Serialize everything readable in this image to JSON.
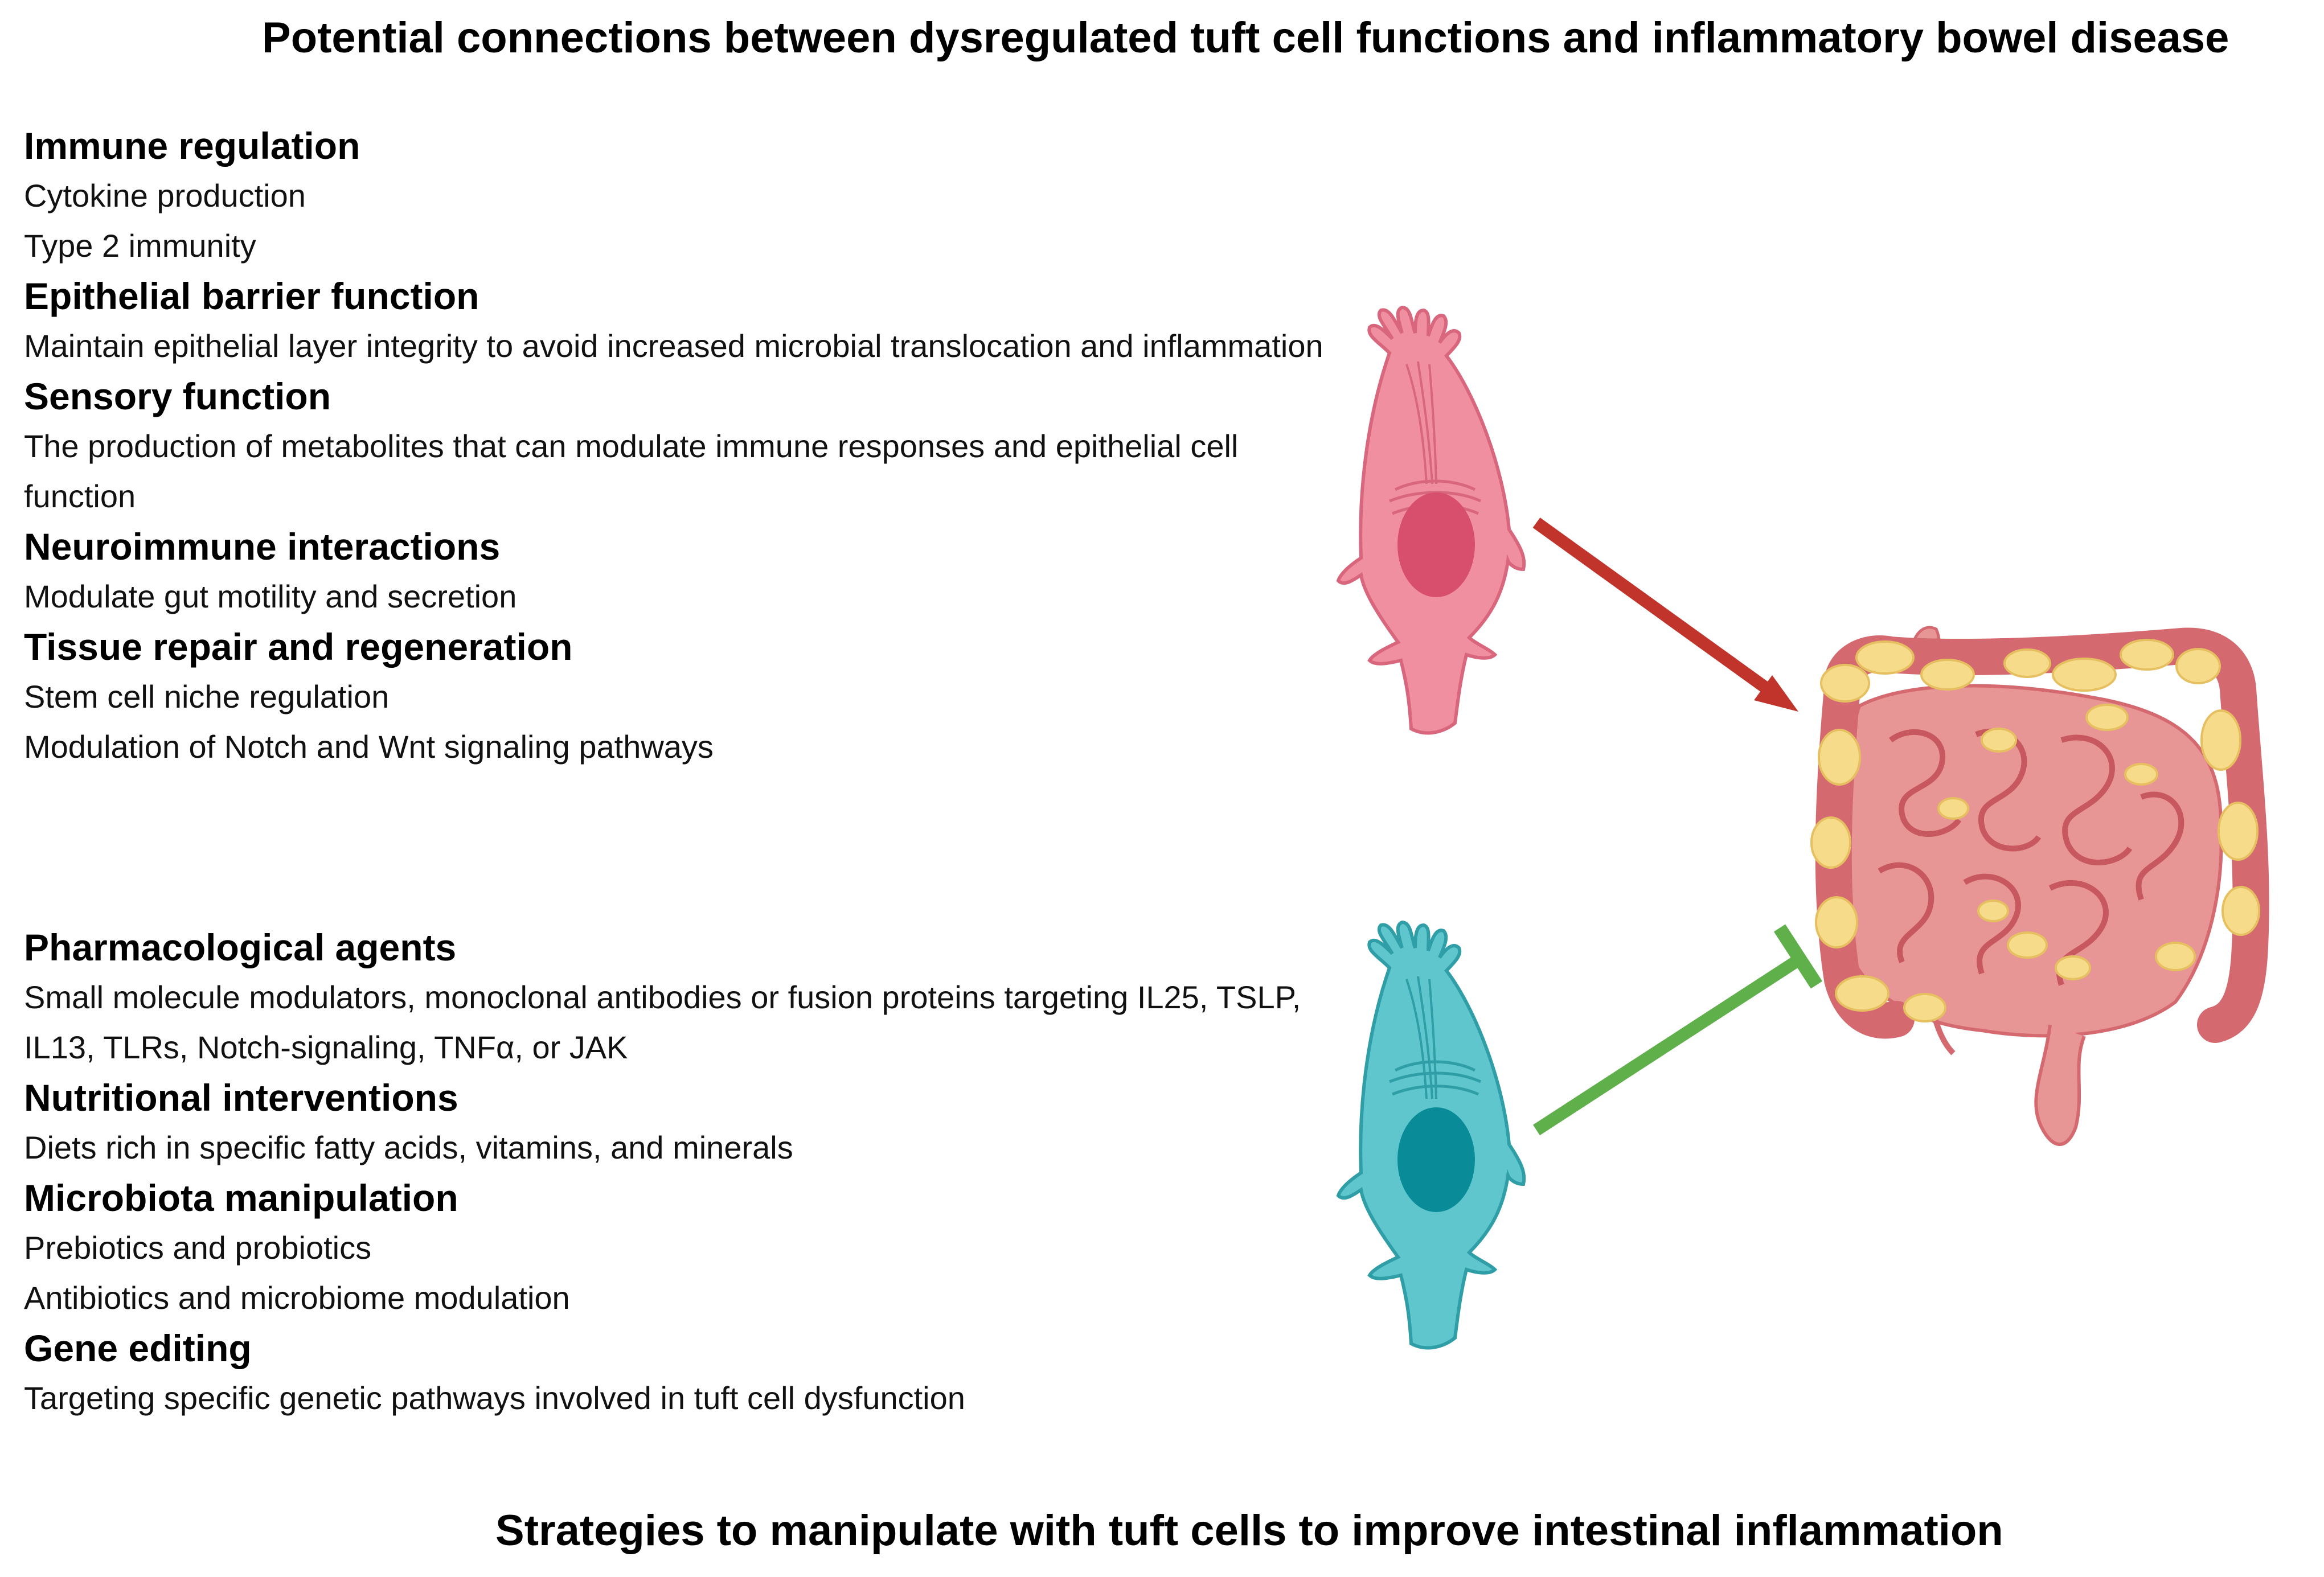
{
  "title": "Potential connections between dysregulated tuft cell functions and inflammatory bowel disease",
  "footer_title": "Strategies to manipulate with tuft cells to improve intestinal inflammation",
  "functions": [
    {
      "heading": "Immune regulation",
      "items": [
        "Cytokine production",
        "Type 2 immunity"
      ]
    },
    {
      "heading": "Epithelial barrier function",
      "items": [
        "Maintain epithelial layer integrity to avoid increased microbial translocation and inflammation"
      ]
    },
    {
      "heading": "Sensory function",
      "items": [
        "The production of metabolites that can modulate immune responses and epithelial cell function"
      ]
    },
    {
      "heading": "Neuroimmune interactions",
      "items": [
        "Modulate gut motility and secretion"
      ]
    },
    {
      "heading": "Tissue repair and regeneration",
      "items": [
        "Stem cell niche regulation",
        "Modulation of Notch and Wnt signaling pathways"
      ]
    }
  ],
  "strategies": [
    {
      "heading": "Pharmacological agents",
      "items": [
        "Small molecule modulators, monoclonal antibodies or fusion proteins targeting IL25, TSLP, IL13, TLRs, Notch-signaling, TNFα, or JAK"
      ]
    },
    {
      "heading": "Nutritional interventions",
      "items": [
        "Diets rich in specific fatty acids, vitamins, and minerals"
      ]
    },
    {
      "heading": "Microbiota manipulation",
      "items": [
        "Prebiotics and probiotics",
        "Antibiotics and microbiome modulation"
      ]
    },
    {
      "heading": "Gene editing",
      "items": [
        "Targeting specific genetic pathways involved in tuft cell dysfunction"
      ]
    }
  ],
  "colors": {
    "pink_cell_body": "#f08fa0",
    "pink_cell_stroke": "#d8667c",
    "pink_cell_nucleus": "#d84f6e",
    "teal_cell_body": "#5ec6cc",
    "teal_cell_stroke": "#2f9ea6",
    "teal_cell_nucleus": "#0a8c98",
    "activation_arrow": "#c0342c",
    "inhibition_arrow": "#5fb04a",
    "intestine_pink": "#e89595",
    "intestine_red": "#d46a70",
    "inflammation_yellow": "#f6dc8a"
  }
}
